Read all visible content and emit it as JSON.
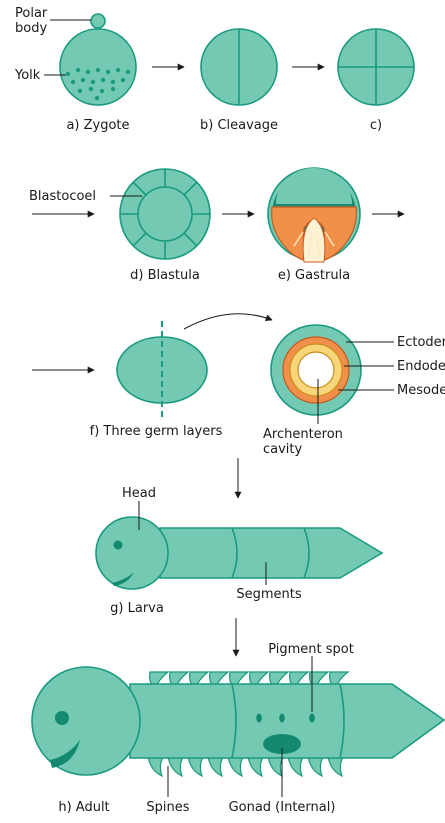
{
  "colors": {
    "cell_fill": "#73c9b2",
    "cell_outline": "#1a9a80",
    "endoderm_orange": "#f0904a",
    "mesoderm_yellow": "#f8d47a",
    "label_ink": "#1a1a1a"
  },
  "labels": {
    "polar_body": [
      "Polar",
      "body"
    ],
    "yolk": "Yolk",
    "blastocoel": "Blastocoel",
    "ectoderm": "Ectoderm",
    "endoderm": "Endoderm",
    "mesoderm": "Mesoderm",
    "archenteron": [
      "Archenteron",
      "cavity"
    ],
    "head": "Head",
    "segments": "Segments",
    "pigment_spot": "Pigment spot",
    "spines": "Spines",
    "gonad": "Gonad (Internal)"
  },
  "captions": {
    "zygote": "a) Zygote",
    "cleavage": "b) Cleavage",
    "c": "c)",
    "blastula": "d) Blastula",
    "gastrula": "e) Gastrula",
    "germ_layers": "f) Three germ layers",
    "larva": "g) Larva",
    "adult": "h) Adult"
  }
}
